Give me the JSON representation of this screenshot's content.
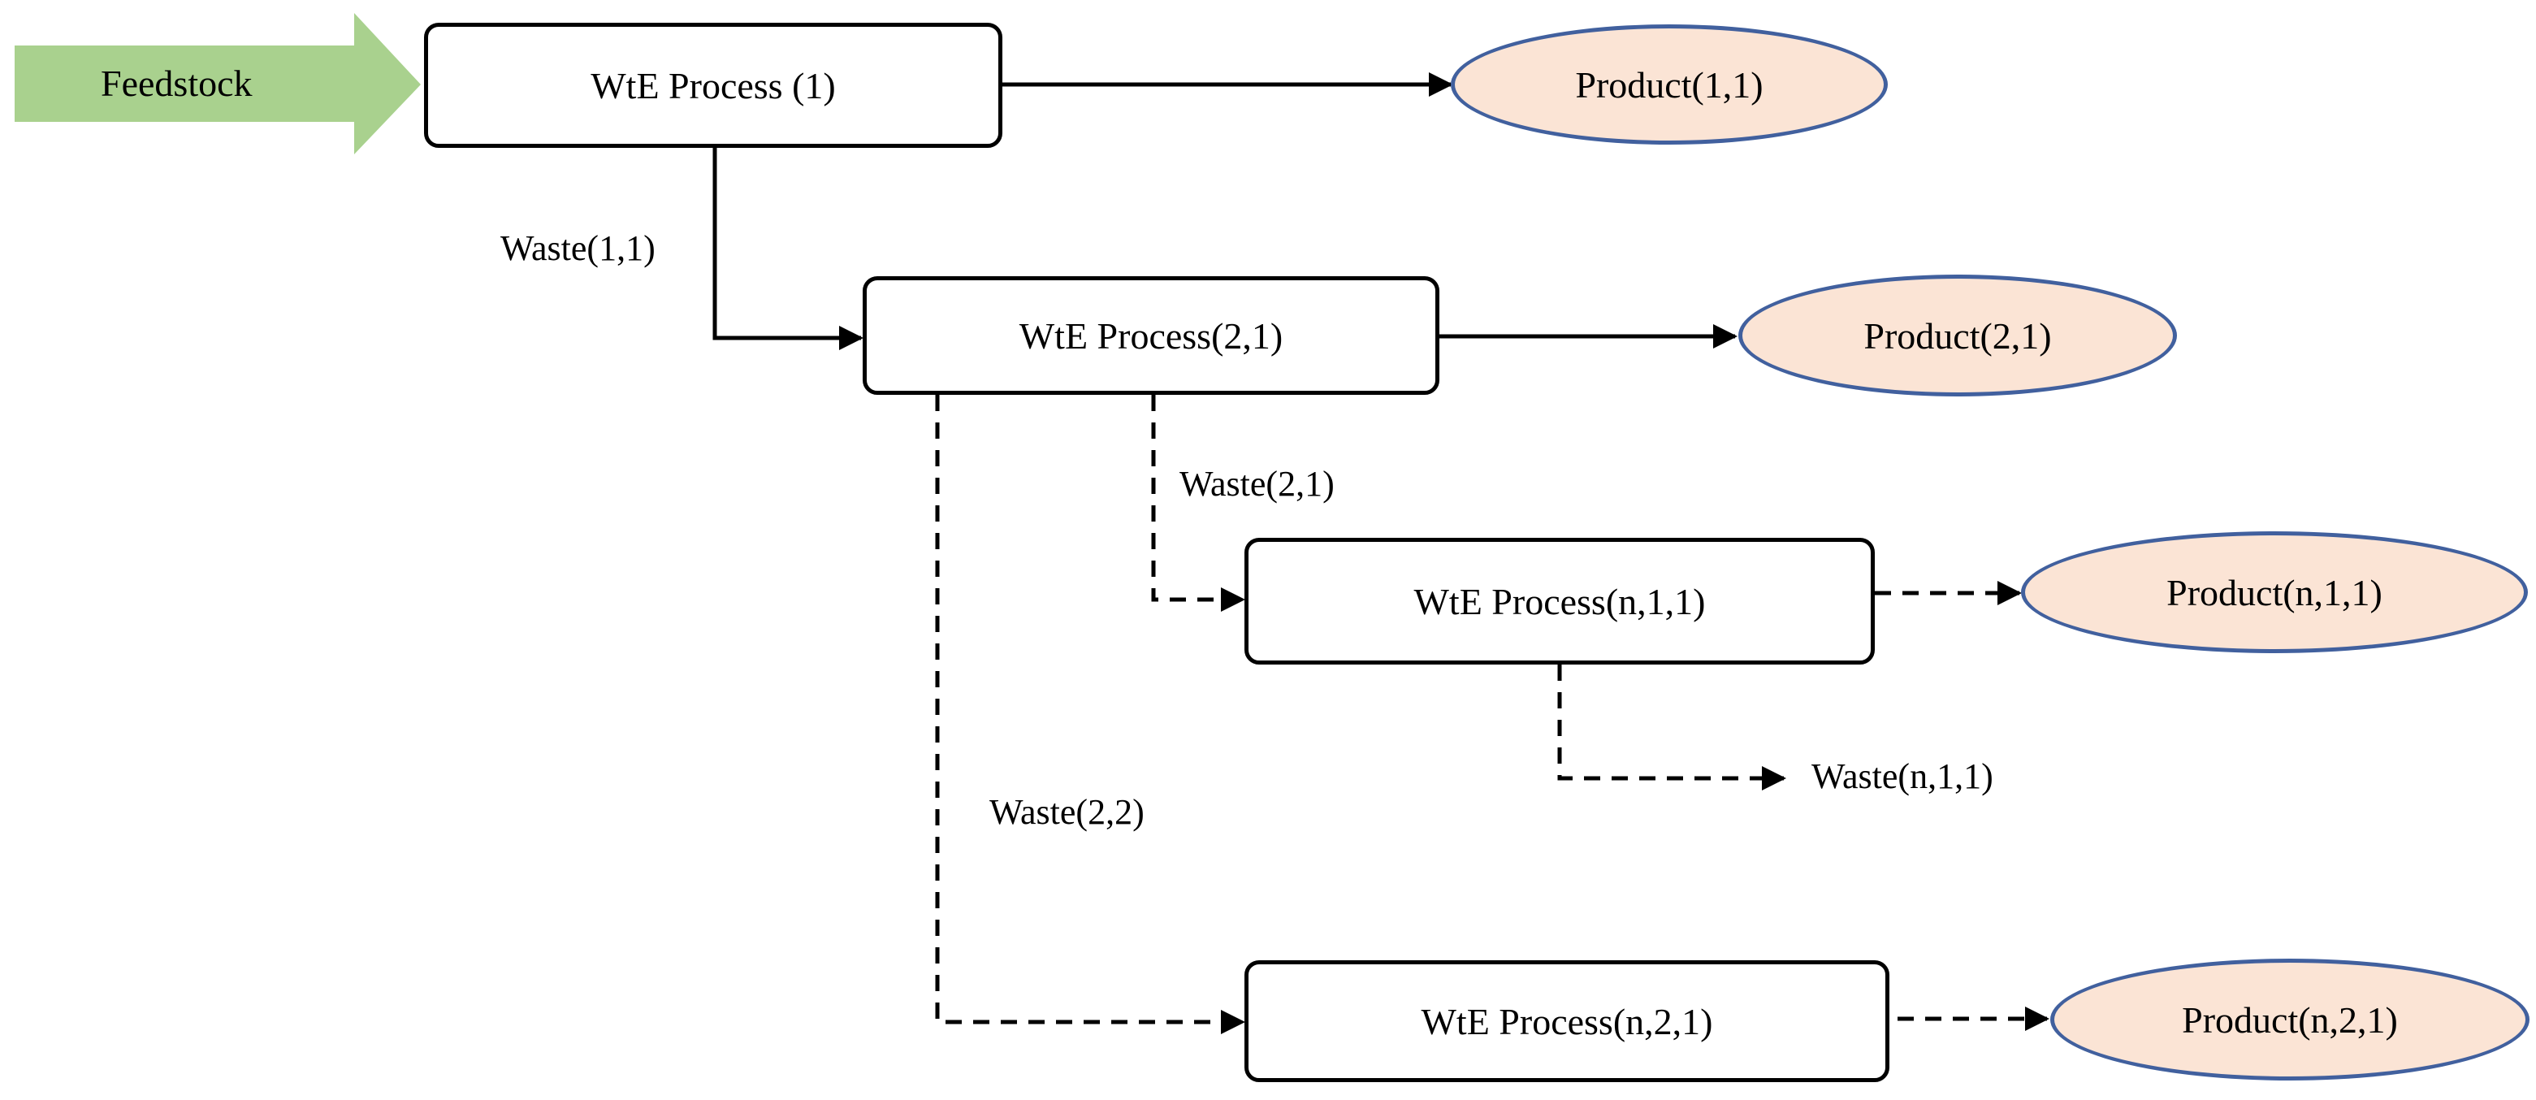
{
  "feedstock": {
    "label": "Feedstock",
    "color": "#a9d18e"
  },
  "processes": {
    "p1": "WtE Process (1)",
    "p21": "WtE Process(2,1)",
    "pn11": "WtE Process(n,1,1)",
    "pn21": "WtE Process(n,2,1)"
  },
  "products": {
    "p11": "Product(1,1)",
    "p21": "Product(2,1)",
    "pn11": "Product(n,1,1)",
    "pn21": "Product(n,2,1)"
  },
  "wastes": {
    "w11": "Waste(1,1)",
    "w21": "Waste(2,1)",
    "w22": "Waste(2,2)",
    "wn11": "Waste(n,1,1)"
  },
  "colors": {
    "product_fill": "#fbe4d5",
    "product_border": "#41609e",
    "line": "#000000"
  }
}
